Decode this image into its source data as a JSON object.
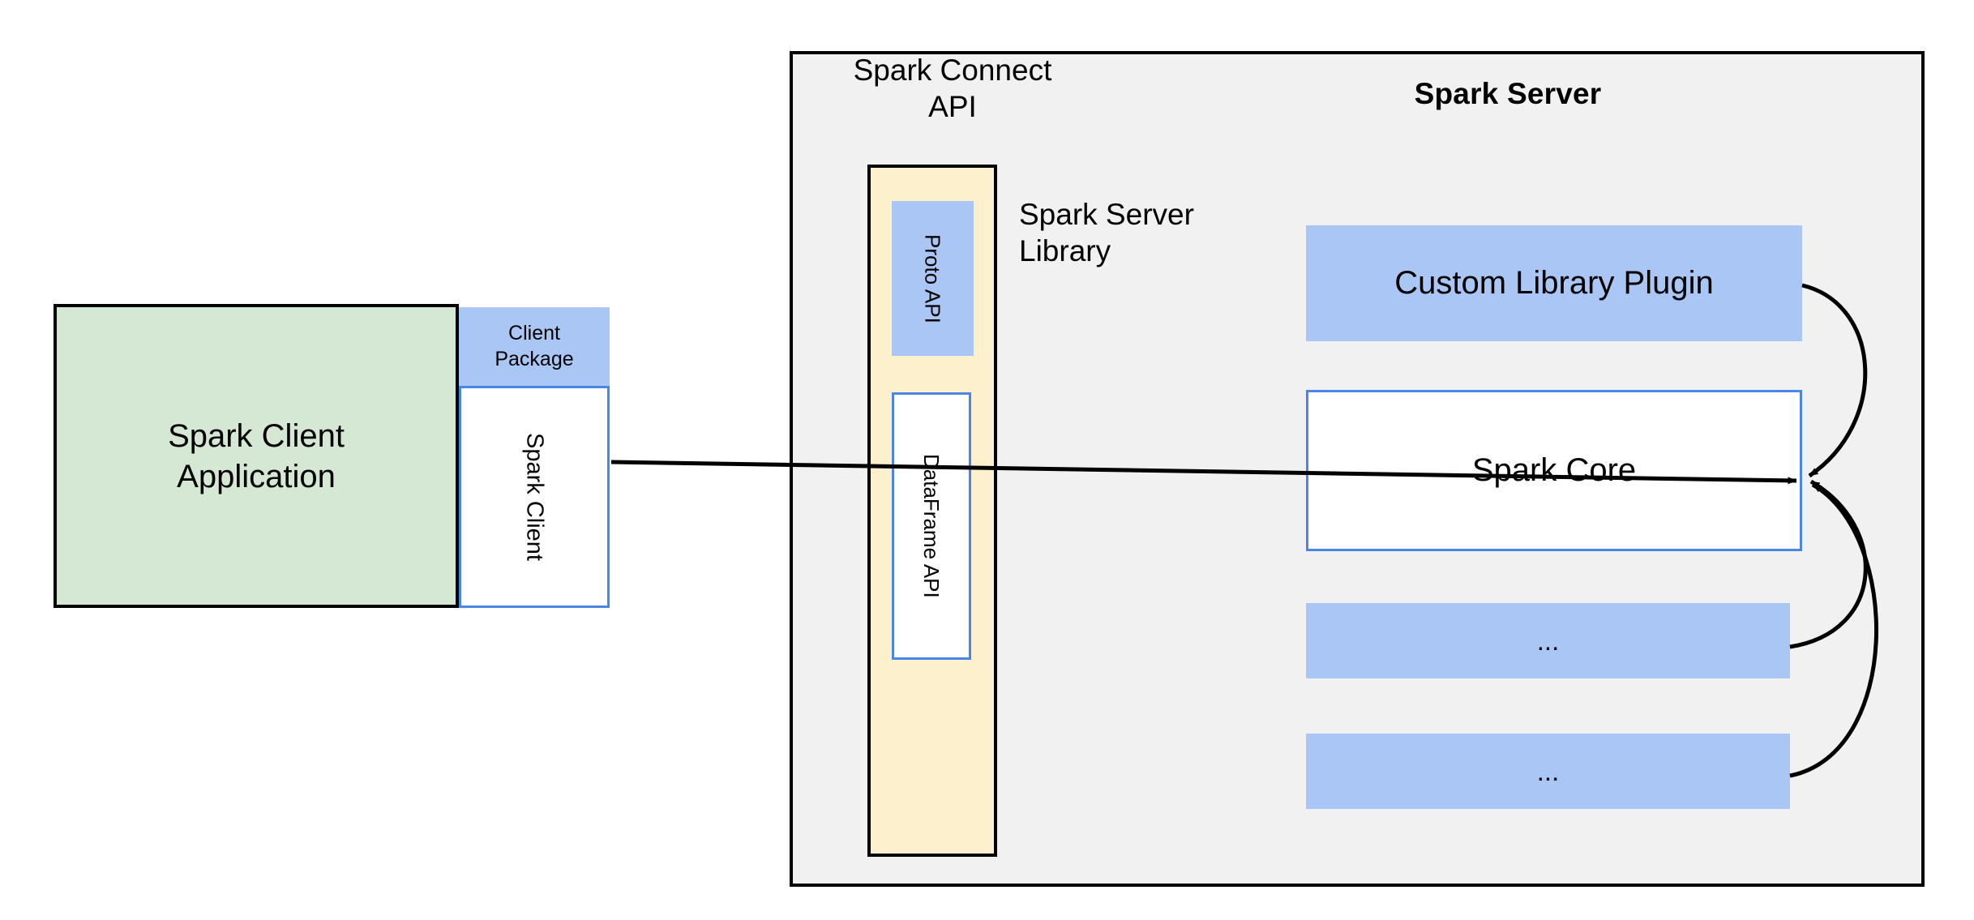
{
  "diagram": {
    "title": "Spark Connect architecture with Spark Server Library",
    "colors": {
      "green_fill": "#D5E8D4",
      "blue_fill": "#A9C6F5",
      "cream_fill": "#FDF0CD",
      "gray_fill": "#F1F1F1",
      "white_fill": "#FFFFFF",
      "blue_stroke": "#4A86E8",
      "black_stroke": "#000000"
    },
    "client_side": {
      "app_box": {
        "label_line_1": "Spark Client",
        "label_line_2": "Application"
      },
      "client_package": {
        "label_line_1": "Client",
        "label_line_2": "Package"
      },
      "spark_client": {
        "label": "Spark Client"
      }
    },
    "server_side": {
      "container_title": "Spark Server",
      "connect_api_label_line_1": "Spark Connect",
      "connect_api_label_line_2": "API",
      "server_library_label_line_1": "Spark Server",
      "server_library_label_line_2": "Library",
      "connect_column": {
        "proto_api": "Proto API",
        "dataframe_api": "DataFrame API"
      },
      "blocks": [
        {
          "label": "Custom Library Plugin",
          "style": "blue"
        },
        {
          "label": "Spark Core",
          "style": "white"
        },
        {
          "label": "...",
          "style": "blue"
        },
        {
          "label": "...",
          "style": "blue"
        }
      ]
    },
    "connectors": [
      {
        "from": "spark-client",
        "to": "spark-core",
        "type": "straight-arrow"
      },
      {
        "from": "custom-library-plugin",
        "to": "spark-core",
        "type": "curved-arrow"
      },
      {
        "from": "ellipsis-block-1",
        "to": "spark-core",
        "type": "curved-arrow"
      },
      {
        "from": "ellipsis-block-2",
        "to": "spark-core",
        "type": "curved-arrow"
      }
    ]
  }
}
